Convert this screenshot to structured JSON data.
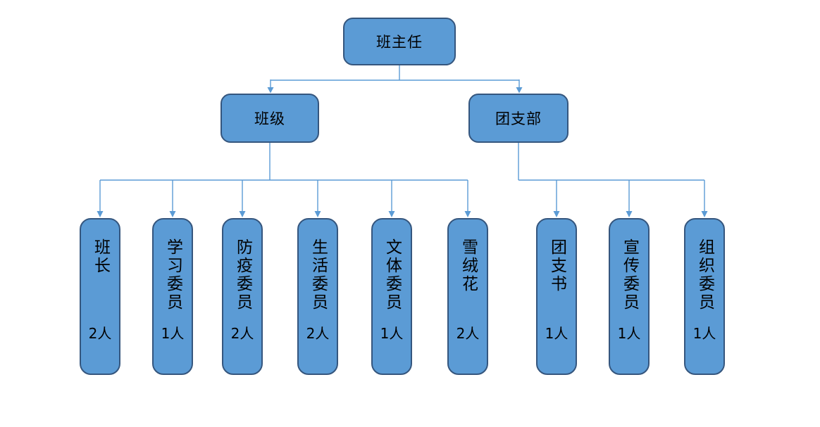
{
  "diagram": {
    "type": "org-chart",
    "colors": {
      "box_fill": "#5B9BD5",
      "box_border": "#35567E",
      "connector": "#5B9BD5",
      "text": "#000000",
      "background": "#FFFFFF"
    },
    "root": {
      "label": "班主任"
    },
    "level2": [
      {
        "label": "班级",
        "parent": "班主任"
      },
      {
        "label": "团支部",
        "parent": "班主任"
      }
    ],
    "members": [
      {
        "label": "班长",
        "count": "2人",
        "parent": "班级"
      },
      {
        "label": "学习委员",
        "count": "1人",
        "parent": "班级"
      },
      {
        "label": "防疫委员",
        "count": "2人",
        "parent": "班级"
      },
      {
        "label": "生活委员",
        "count": "2人",
        "parent": "班级"
      },
      {
        "label": "文体委员",
        "count": "1人",
        "parent": "班级"
      },
      {
        "label": "雪绒花",
        "count": "2人",
        "parent": "班级"
      },
      {
        "label": "团支书",
        "count": "1人",
        "parent": "团支部"
      },
      {
        "label": "宣传委员",
        "count": "1人",
        "parent": "团支部"
      },
      {
        "label": "组织委员",
        "count": "1人",
        "parent": "团支部"
      }
    ]
  }
}
